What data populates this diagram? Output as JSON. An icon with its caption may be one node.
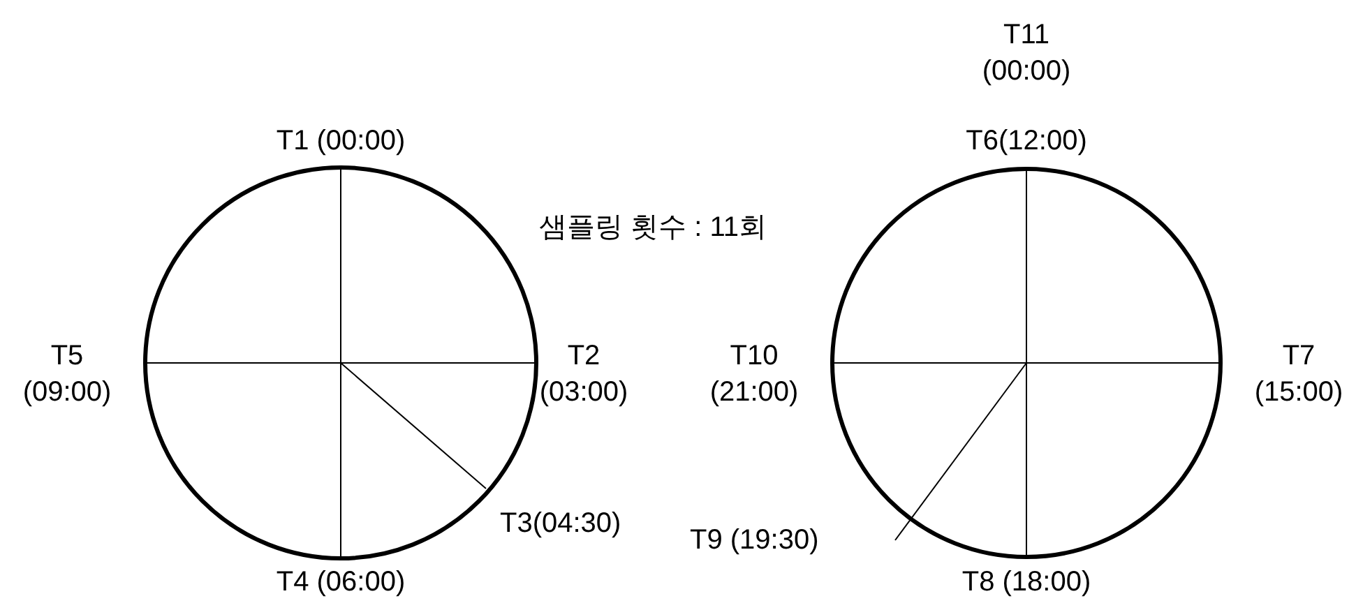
{
  "diagram": {
    "labels": [
      "T11 (00:00)",
      "T1 (00:00)",
      "T6(12:00)",
      "샘플링 횟수 : 11회",
      "T5 (09:00)",
      "T2 (03:00)",
      "T10 (21:00)",
      "T7 (15:00)",
      "T3(04:30)",
      "T9 (19:30)",
      "T4 (06:00)",
      "T8 (18:00)"
    ]
  }
}
